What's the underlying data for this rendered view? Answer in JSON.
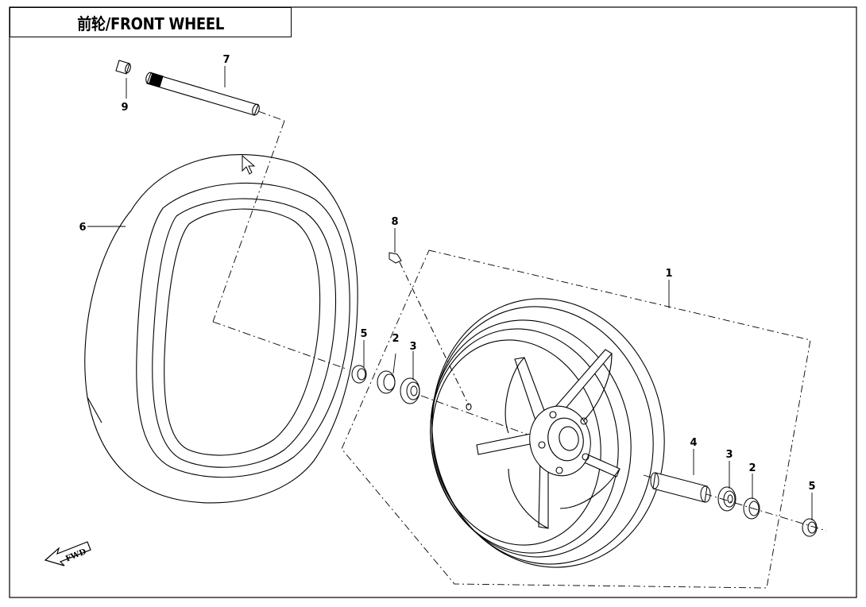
{
  "diagram": {
    "title": "前轮/FRONT WHEEL",
    "direction_marker": "FWD",
    "callouts": [
      {
        "id": "wheel-rim",
        "label": "1"
      },
      {
        "id": "spacer-left",
        "label": "2"
      },
      {
        "id": "bearing-left",
        "label": "3"
      },
      {
        "id": "axle-sleeve",
        "label": "4"
      },
      {
        "id": "seal-left",
        "label": "5"
      },
      {
        "id": "tire",
        "label": "6"
      },
      {
        "id": "axle",
        "label": "7"
      },
      {
        "id": "valve",
        "label": "8"
      },
      {
        "id": "axle-nut",
        "label": "9"
      },
      {
        "id": "bearing-right",
        "label": "3"
      },
      {
        "id": "spacer-right",
        "label": "2"
      },
      {
        "id": "seal-right",
        "label": "5"
      }
    ]
  }
}
